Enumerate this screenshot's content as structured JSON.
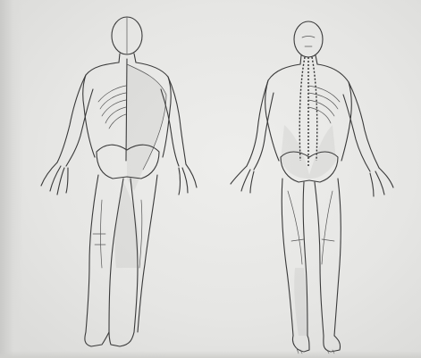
{
  "photo": {
    "subject": "",
    "figures": [
      {
        "view": "posterior",
        "icon": "posterior-body-figure"
      },
      {
        "view": "anterior",
        "icon": "anterior-body-figure"
      }
    ],
    "colors": {
      "paper": "#e8e8e6",
      "ink": "#3a3a3a"
    }
  }
}
